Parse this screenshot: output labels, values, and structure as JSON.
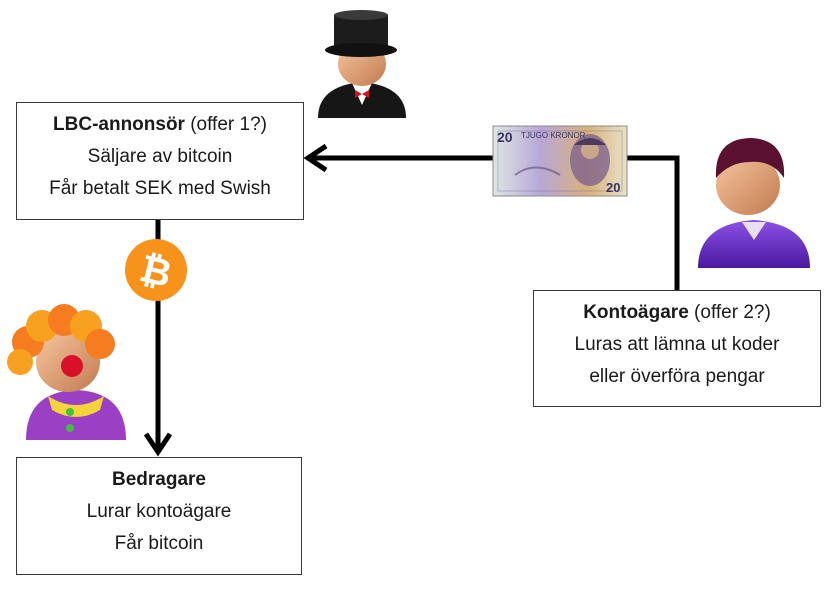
{
  "boxes": {
    "lbc": {
      "title": "LBC-annonsör",
      "title_suffix": " (offer 1?)",
      "line2": "Säljare av bitcoin",
      "line3": "Får betalt SEK med Swish"
    },
    "konto": {
      "title": "Kontoägare",
      "title_suffix": " (offer 2?)",
      "line2": "Luras att lämna ut koder",
      "line3": "eller överföra pengar"
    },
    "bedr": {
      "title": "Bedragare",
      "line2": "Lurar kontoägare",
      "line3": "Får bitcoin"
    }
  },
  "banknote": {
    "denomination": "20",
    "text": "TJUGO KRONOR"
  },
  "colors": {
    "arrow": "#000000",
    "bitcoin": "#f7931a",
    "top_hat_person": "#1a1a1a",
    "purple_person": "#6a2bc2",
    "clown_hair": "#f57c1f",
    "clown_suit": "#9b3fc4"
  },
  "icons": [
    "top-hat-person-icon",
    "banknote-icon",
    "purple-person-icon",
    "bitcoin-icon",
    "clown-icon"
  ]
}
